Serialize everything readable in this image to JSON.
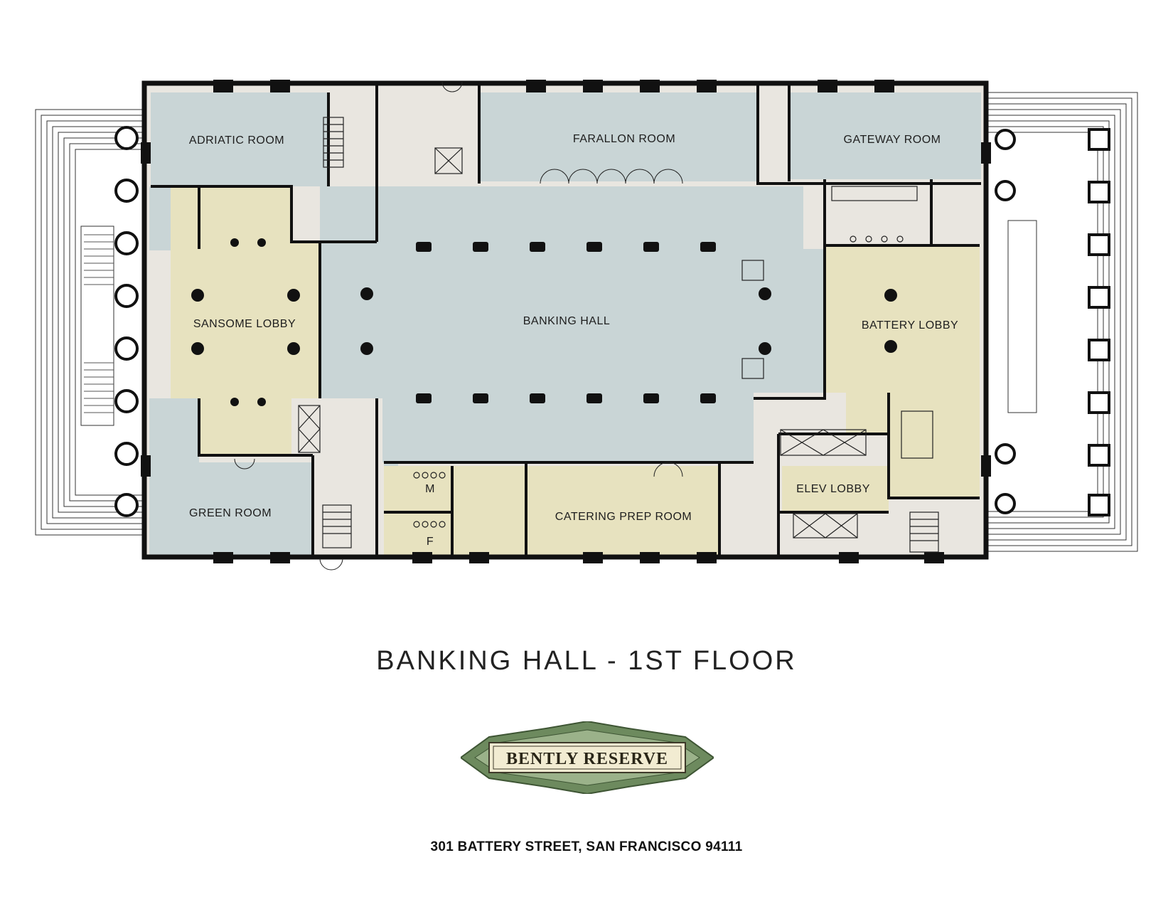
{
  "title": "BANKING HALL - 1ST FLOOR",
  "address": "301 BATTERY STREET, SAN FRANCISCO 94111",
  "logo": {
    "text": "BENTLY RESERVE"
  },
  "rooms": {
    "adriatic": "ADRIATIC ROOM",
    "farallon": "FARALLON ROOM",
    "gateway": "GATEWAY ROOM",
    "sansome": "SANSOME LOBBY",
    "banking": "BANKING HALL",
    "battery": "BATTERY LOBBY",
    "green": "GREEN ROOM",
    "catering": "CATERING PREP ROOM",
    "elev": "ELEV LOBBY",
    "restroom_m": "M",
    "restroom_f": "F"
  },
  "colors": {
    "blue_room": "#c9d5d6",
    "tan_room": "#e7e2bf",
    "service": "#e9e6e0",
    "wall": "#111111",
    "logo_green": "#6d8a5e"
  }
}
